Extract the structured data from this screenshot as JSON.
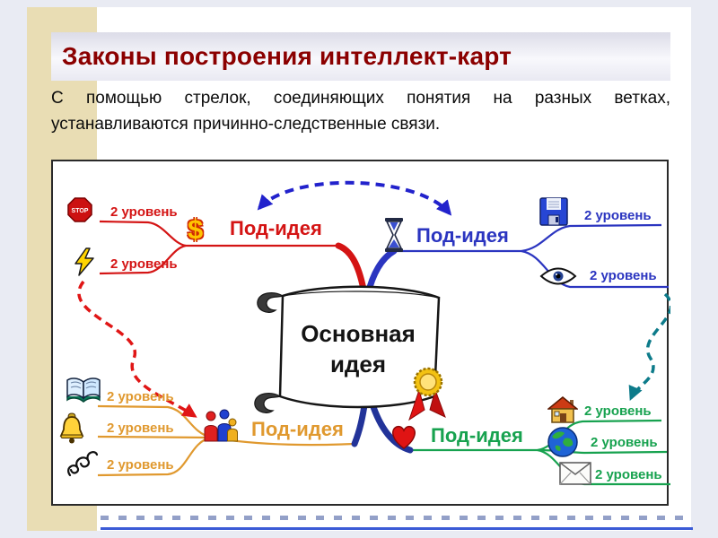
{
  "slide": {
    "title": "Законы построения интеллект-карт",
    "title_color": "#8b0000",
    "subtitle": "С помощью стрелок, соединяющих понятия на разных ветках, устанавливаются причинно-следственные связи."
  },
  "diagram": {
    "center": {
      "line1": "Основная",
      "line2": "идея"
    },
    "branches": {
      "top_left": {
        "label": "Под-идея",
        "color": "#d41414",
        "sub": [
          "2 уровень",
          "2 уровень"
        ]
      },
      "top_right": {
        "label": "Под-идея",
        "color": "#2b35c0",
        "sub": [
          "2 уровень",
          "2 уровень"
        ]
      },
      "bottom_left": {
        "label": "Под-идея",
        "color": "#e0992f",
        "sub": [
          "2 уровень",
          "2 уровень",
          "2 уровень"
        ]
      },
      "bottom_right": {
        "label": "Под-идея",
        "color": "#17a24f",
        "sub": [
          "2 уровень",
          "2 уровень",
          "2 уровень"
        ]
      }
    },
    "icons": {
      "stop_label": "STOP",
      "dollar": "$"
    },
    "colors": {
      "center_branch": "#223399",
      "arrow_blue": "#2222cc",
      "arrow_red": "#e01616",
      "arrow_teal": "#0d7b8a"
    }
  }
}
